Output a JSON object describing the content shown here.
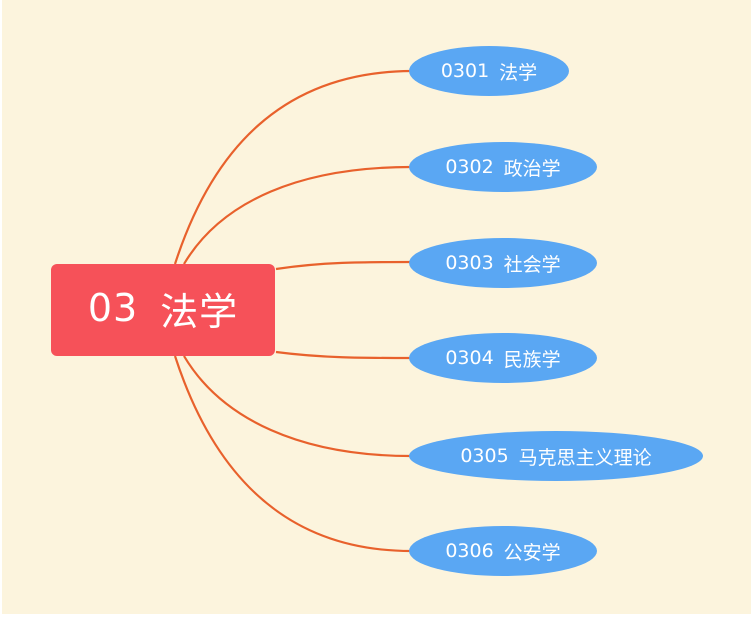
{
  "root": {
    "code": "03",
    "name": "法学"
  },
  "children": [
    {
      "code": "0301",
      "name": "法学"
    },
    {
      "code": "0302",
      "name": "政治学"
    },
    {
      "code": "0303",
      "name": "社会学"
    },
    {
      "code": "0304",
      "name": "民族学"
    },
    {
      "code": "0305",
      "name": "马克思主义理论"
    },
    {
      "code": "0306",
      "name": "公安学"
    }
  ],
  "colors": {
    "background": "#fcf4dd",
    "root": "#f65159",
    "child": "#5aa7f3",
    "link": "#e8612c"
  }
}
